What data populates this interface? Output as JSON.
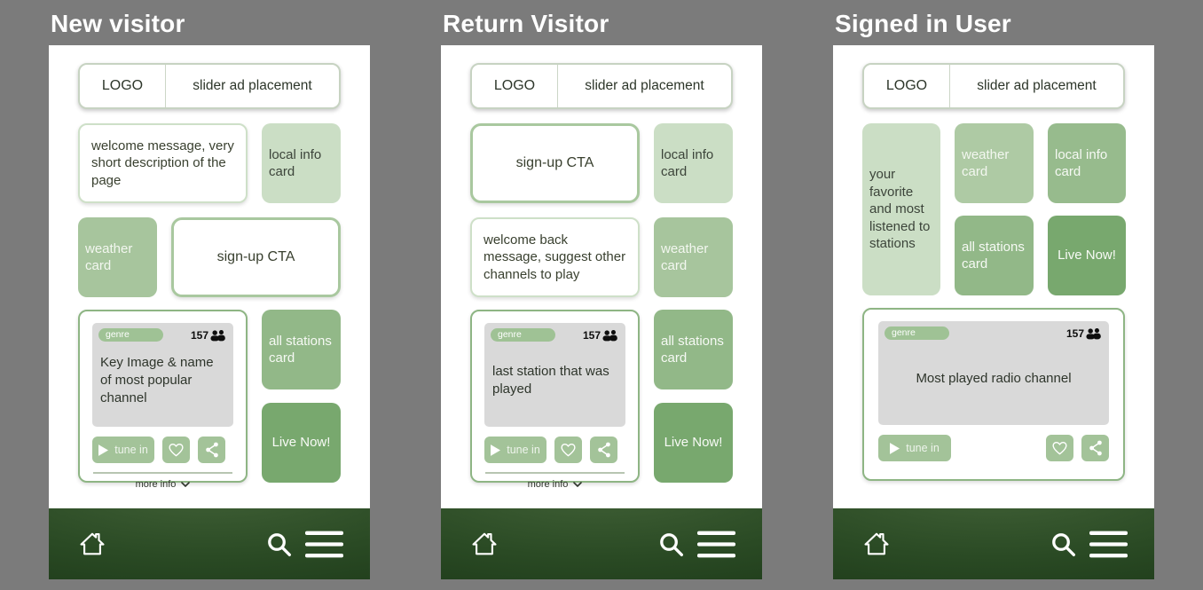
{
  "background_color": "#7b7b7b",
  "palette": {
    "green_lightest": "#cbdec5",
    "green_light": "#aecaa4",
    "green_medium": "#a7c59d",
    "green_mid_dark": "#92b888",
    "green_dark": "#78a86e",
    "station_border": "#8eb584",
    "nav_green_dark": "#1d3a19",
    "image_placeholder_gray": "#d9d9d9",
    "text_dark": "#2e352b",
    "text_on_green": "#f6f9f4"
  },
  "icons": {
    "home": "home-icon",
    "search": "search-icon",
    "menu": "hamburger-menu-icon",
    "play": "play-icon",
    "heart": "heart-outline-icon",
    "share": "share-icon",
    "people": "listeners-people-icon",
    "chevron": "chevron-down-icon"
  },
  "panels": [
    {
      "title": "New visitor",
      "header": {
        "logo": "LOGO",
        "ad": "slider ad placement"
      },
      "cards": {
        "welcome": "welcome message, very short description of the page",
        "local": "local info card",
        "weather": "weather card",
        "signup": "sign-up CTA",
        "all_stations": "all stations card",
        "live_now": "Live Now!"
      },
      "station": {
        "genre": "genre",
        "listeners": "157",
        "name": "Key Image & name of most popular channel",
        "tune_in": "tune in",
        "more_info": "more info"
      }
    },
    {
      "title": "Return Visitor",
      "header": {
        "logo": "LOGO",
        "ad": "slider ad placement"
      },
      "cards": {
        "signup": "sign-up CTA",
        "local": "local info card",
        "welcome_back": "welcome back message, suggest other channels to play",
        "weather": "weather card",
        "all_stations": "all stations card",
        "live_now": "Live Now!"
      },
      "station": {
        "genre": "genre",
        "listeners": "157",
        "name": "last station that was played",
        "tune_in": "tune in",
        "more_info": "more info"
      }
    },
    {
      "title": "Signed in User",
      "header": {
        "logo": "LOGO",
        "ad": "slider ad placement"
      },
      "cards": {
        "favorites": "your favorite and most listened to stations",
        "weather": "weather card",
        "local": "local info card",
        "all_stations": "all stations card",
        "live_now": "Live Now!"
      },
      "station": {
        "genre": "genre",
        "listeners": "157",
        "name": "Most played radio channel",
        "tune_in": "tune in"
      }
    }
  ]
}
